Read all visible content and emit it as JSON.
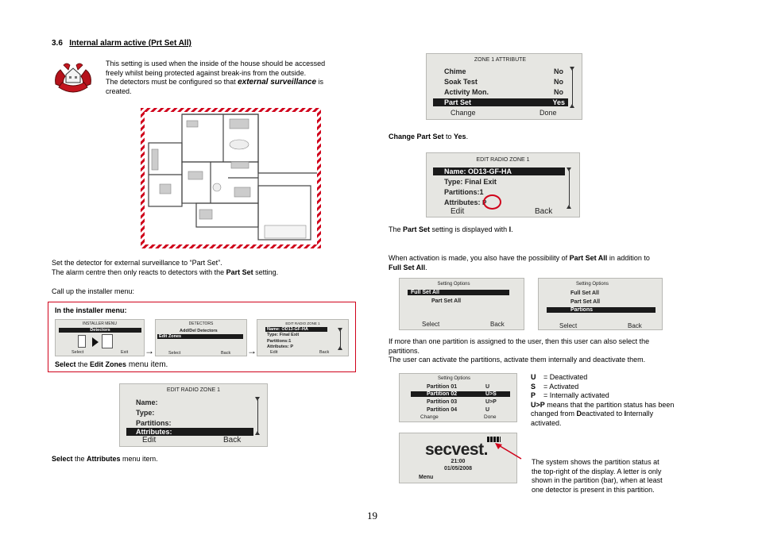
{
  "section": {
    "number": "3.6",
    "title": "Internal alarm active (Prt Set All)"
  },
  "intro": {
    "l1": "This setting is used when the inside of the house should be accessed",
    "l2": "freely whilst being protected against break-ins from the outside.",
    "l3a": "The detectors must be configured so that ",
    "l3b": "external surveillance",
    "l3c": " is",
    "l4": "created."
  },
  "icon": "house-hands-icon",
  "body1": {
    "l1": "Set the detector for external surveillance to “Part Set”.",
    "l2a": "The alarm centre then only reacts to detectors with the ",
    "l2b": "Part Set",
    "l2c": " setting."
  },
  "body2": "Call up the installer menu:",
  "installer_box": {
    "title": "In the installer menu:",
    "s1": {
      "header": "INSTALLER MENU",
      "row": "Detectors",
      "left": "Select",
      "right": "Exit"
    },
    "s2": {
      "header": "DETECTORS",
      "r1": "Add/Del Detectors",
      "r2": "Edit Zones",
      "left": "Select",
      "right": "Back"
    },
    "s3": {
      "header": "EDIT RADIO ZONE 1",
      "r1": "Name: OD13-GF-HA",
      "r2": "Type: Final Exit",
      "r3": "Partitions:1",
      "r4": "Attributes: P",
      "left": "Edit",
      "right": "Back"
    },
    "arrow": "→",
    "cap_a": "Select",
    "cap_b": " the ",
    "cap_c": "Edit Zones",
    "cap_d": " menu item."
  },
  "lcd_edit1": {
    "header": "EDIT RADIO ZONE 1",
    "r1": "Name:",
    "r2": "Type:",
    "r3": "Partitions:",
    "r4": "Attributes:",
    "left": "Edit",
    "right": "Back"
  },
  "cap_attr": {
    "a": "Select",
    "b": " the ",
    "c": "Attributes",
    "d": " menu item."
  },
  "lcd_zone_attr": {
    "header": "ZONE 1 ATTRIBUTE",
    "rows": [
      [
        "Chime",
        "No"
      ],
      [
        "Soak Test",
        "No"
      ],
      [
        "Activity Mon.",
        "No"
      ],
      [
        "Part Set",
        "Yes"
      ]
    ],
    "left": "Change",
    "right": "Done"
  },
  "cap_change": {
    "a": "Change Part Set",
    "b": " to ",
    "c": "Yes",
    "d": "."
  },
  "lcd_edit2": {
    "header": "EDIT RADIO ZONE 1",
    "r1": "Name: OD13-GF-HA",
    "r2": "Type: Final Exit",
    "r3": "Partitions:1",
    "r4": "Attributes: ",
    "r4b": "P",
    "left": "Edit",
    "right": "Back"
  },
  "cap_partset": {
    "a": "The ",
    "b": "Part Set",
    "c": " setting is displayed with ",
    "d": "I",
    "e": "."
  },
  "activation": {
    "a": "When activation is made, you also have the possibility of ",
    "b": "Part Set All",
    "c": " in addition to",
    "d": "Full Set All",
    "e": "."
  },
  "lcd_setting1": {
    "header": "Setting Options",
    "r1": "Full Set All",
    "r2": "Part Set All",
    "left": "Select",
    "right": "Back"
  },
  "lcd_setting2": {
    "header": "Setting Options",
    "r1": "Full Set All",
    "r2": "Part Set All",
    "r3": "Partions",
    "left": "Select",
    "right": "Back"
  },
  "multi": {
    "l1": "If more than one partition is assigned to the user, then this user can also select the",
    "l2": "partitions.",
    "l3": "The user can activate the partitions, activate them internally and deactivate them."
  },
  "lcd_partitions": {
    "header": "Setting Options",
    "rows": [
      [
        "Partition 01",
        "U"
      ],
      [
        "Partition 02",
        "U>S"
      ],
      [
        "Partition 03",
        "U>P"
      ],
      [
        "Partition 04",
        "U"
      ]
    ],
    "left": "Change",
    "right": "Done"
  },
  "legend": {
    "u_k": "U",
    "u_v": "= Deactivated",
    "s_k": "S",
    "s_v": "= Activated",
    "p_k": "P",
    "p_v": "= Internally activated",
    "up_k": "U>P",
    "up_v": " means that the partition status has been",
    "up_l2a": "changed from ",
    "up_l2b": "D",
    "up_l2c": "eactivated to ",
    "up_l2d": "I",
    "up_l2e": "nternally",
    "up_l3": "activated."
  },
  "lcd_secvest": {
    "brand": "secvest.",
    "time": "21:00",
    "date": "01/05/2008",
    "menu": "Menu"
  },
  "status_note": {
    "l1": "The system shows the partition status at",
    "l2": "the top-right of the display. A letter is only",
    "l3": "shown in the partition (bar), when at least",
    "l4": "one detector is present in this partition."
  },
  "page_number": "19",
  "colors": {
    "accent_red": "#d0021b",
    "lcd_bg": "#e6e6e2",
    "hatch": "#d0021b"
  }
}
